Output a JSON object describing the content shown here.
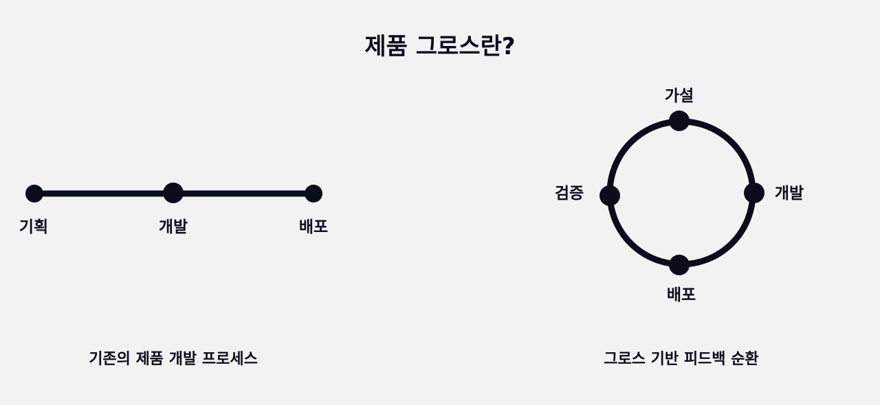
{
  "title": "제품 그로스란?",
  "linear": {
    "caption": "기존의 제품 개발 프로세스",
    "nodes": [
      "기획",
      "개발",
      "배포"
    ]
  },
  "cycle": {
    "caption": "그로스 기반 피드백 순환",
    "nodes": {
      "top": "가설",
      "right": "개발",
      "bottom": "배포",
      "left": "검증"
    }
  },
  "colors": {
    "background": "#f2f2f2",
    "ink": "#0b0c1c"
  }
}
